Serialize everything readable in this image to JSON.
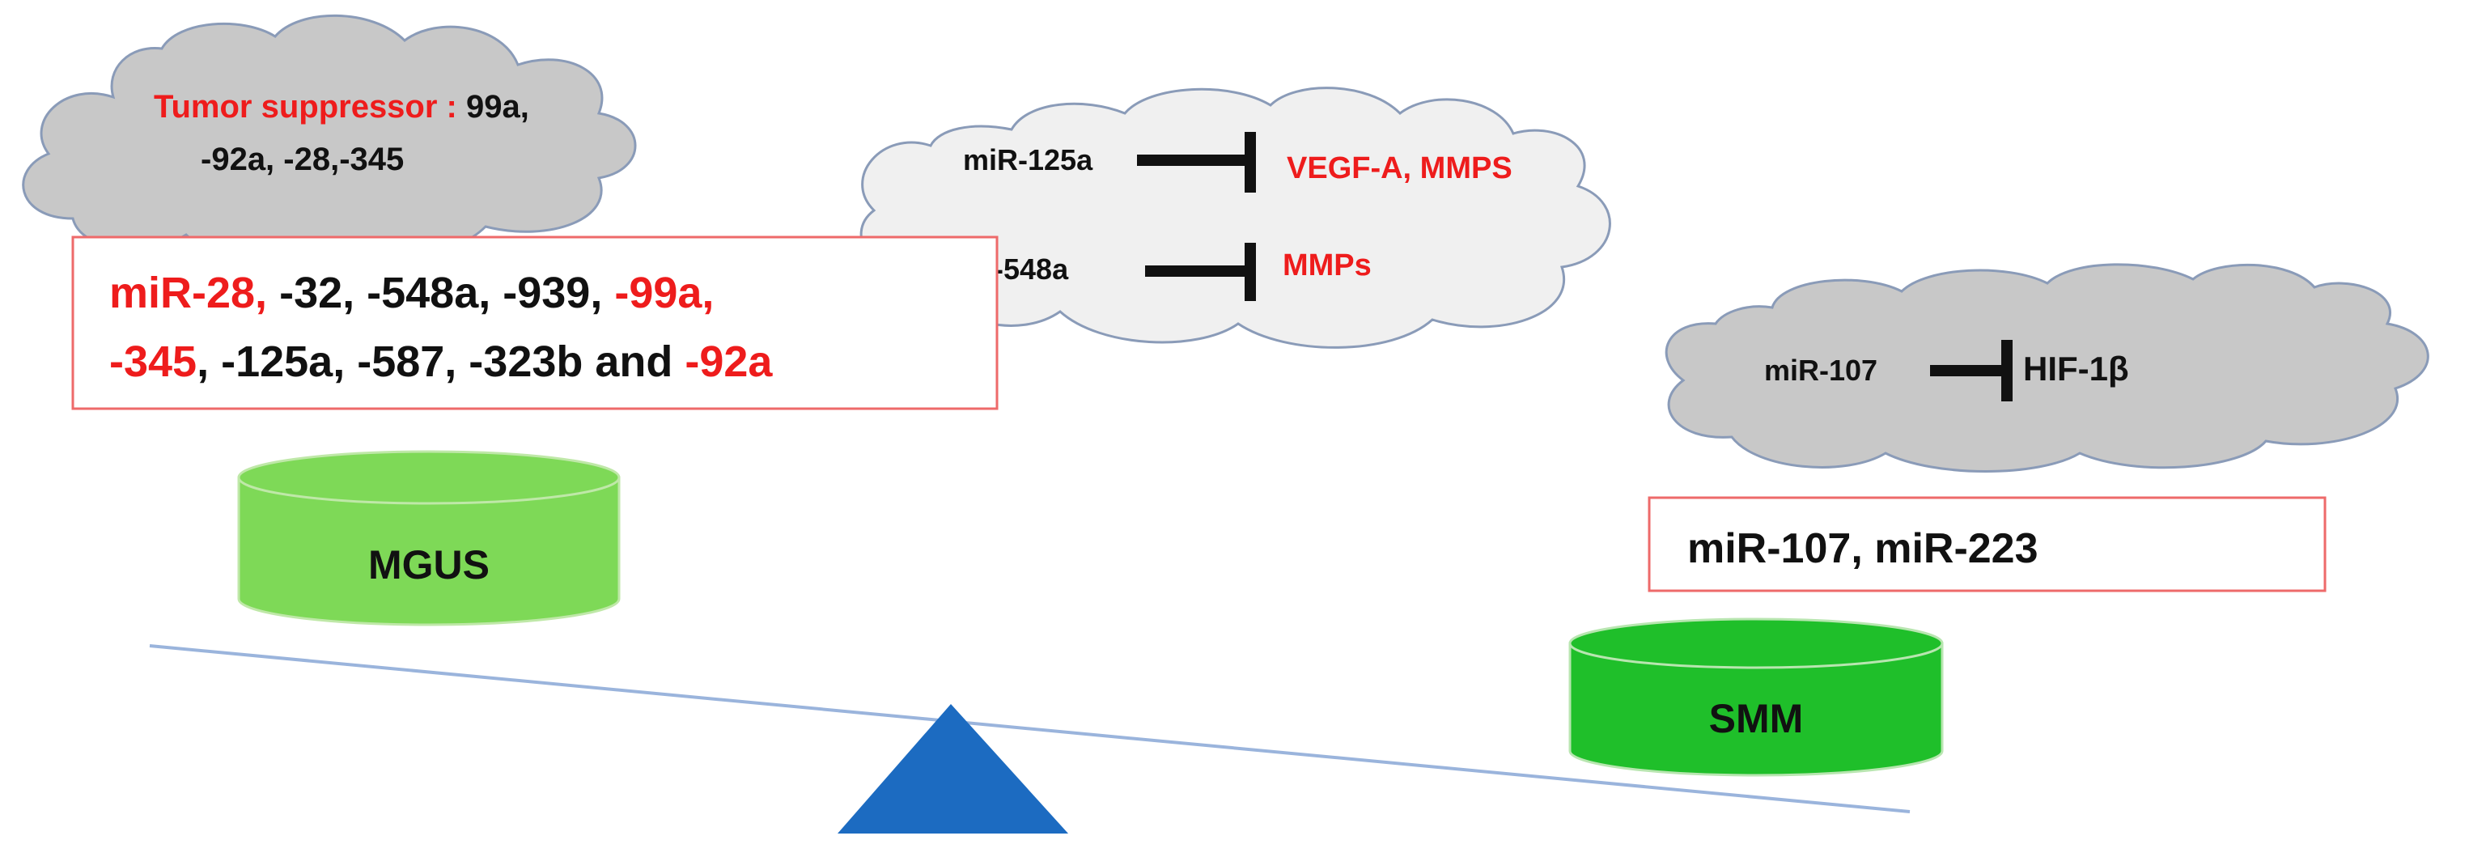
{
  "cloud_top_left": {
    "label_red": "Tumor suppressor :",
    "label_black_1": " 99a,",
    "label_black_2": "-92a, -28,-345"
  },
  "cloud_center": {
    "row1_mirna": "miR-125a",
    "row1_target": "VEGF-A, MMPS",
    "row2_mirna": "miR-548a",
    "row2_target": "MMPs"
  },
  "cloud_right": {
    "mirna": "miR-107",
    "target": "HIF-1β"
  },
  "box_left": {
    "line1": [
      {
        "text": "miR-28,",
        "color": "red"
      },
      {
        "text": " -32, -548a, -939, ",
        "color": "black"
      },
      {
        "text": "-99a,",
        "color": "red"
      }
    ],
    "line2": [
      {
        "text": "-345",
        "color": "red"
      },
      {
        "text": ", -125a, -587, -323b and ",
        "color": "black"
      },
      {
        "text": "-92a",
        "color": "red"
      }
    ]
  },
  "box_right": {
    "text": "miR-107, miR-223"
  },
  "cylinder_left": {
    "label": "MGUS",
    "color": "#7ed957"
  },
  "cylinder_right": {
    "label": "SMM",
    "color": "#1fbf2a"
  },
  "colors": {
    "red_text": "#ee1c1c",
    "black_text": "#111111",
    "cloud_gray": "#c8c8c8",
    "cloud_light": "#f0f0f0",
    "cloud_stroke": "#8a9bb8",
    "box_border": "#ee6a6a",
    "beam": "#9ab4dc",
    "fulcrum": "#1c6bc1"
  }
}
